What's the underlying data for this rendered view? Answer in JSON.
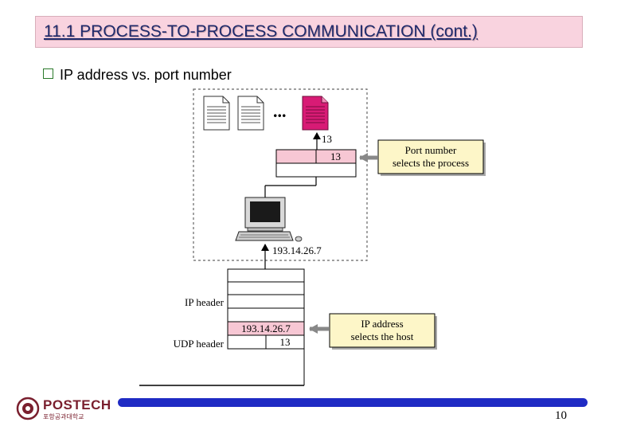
{
  "slide": {
    "title": "11.1 PROCESS-TO-PROCESS COMMUNICATION (cont.)",
    "bullet": "IP address vs. port number",
    "page_number": "10"
  },
  "diagram": {
    "ellipsis": "...",
    "port_label_top": "13",
    "port_field": "13",
    "port_callout": [
      "Port number",
      "selects the process"
    ],
    "host_ip_label": "193.14.26.7",
    "ip_header_label": "IP header",
    "udp_header_label": "UDP header",
    "packet_ip_field": "193.14.26.7",
    "packet_port_field": "13",
    "ip_callout": [
      "IP address",
      "selects the host"
    ]
  },
  "logo": {
    "name": "POSTECH",
    "sub": "포항공과대학교"
  },
  "colors": {
    "title_bg": "#f9d3df",
    "highlight": "#f7c7d4",
    "callout_bg": "#fdf6c8",
    "footer_bar": "#1f2bc4",
    "process_pink": "#d81b75"
  }
}
